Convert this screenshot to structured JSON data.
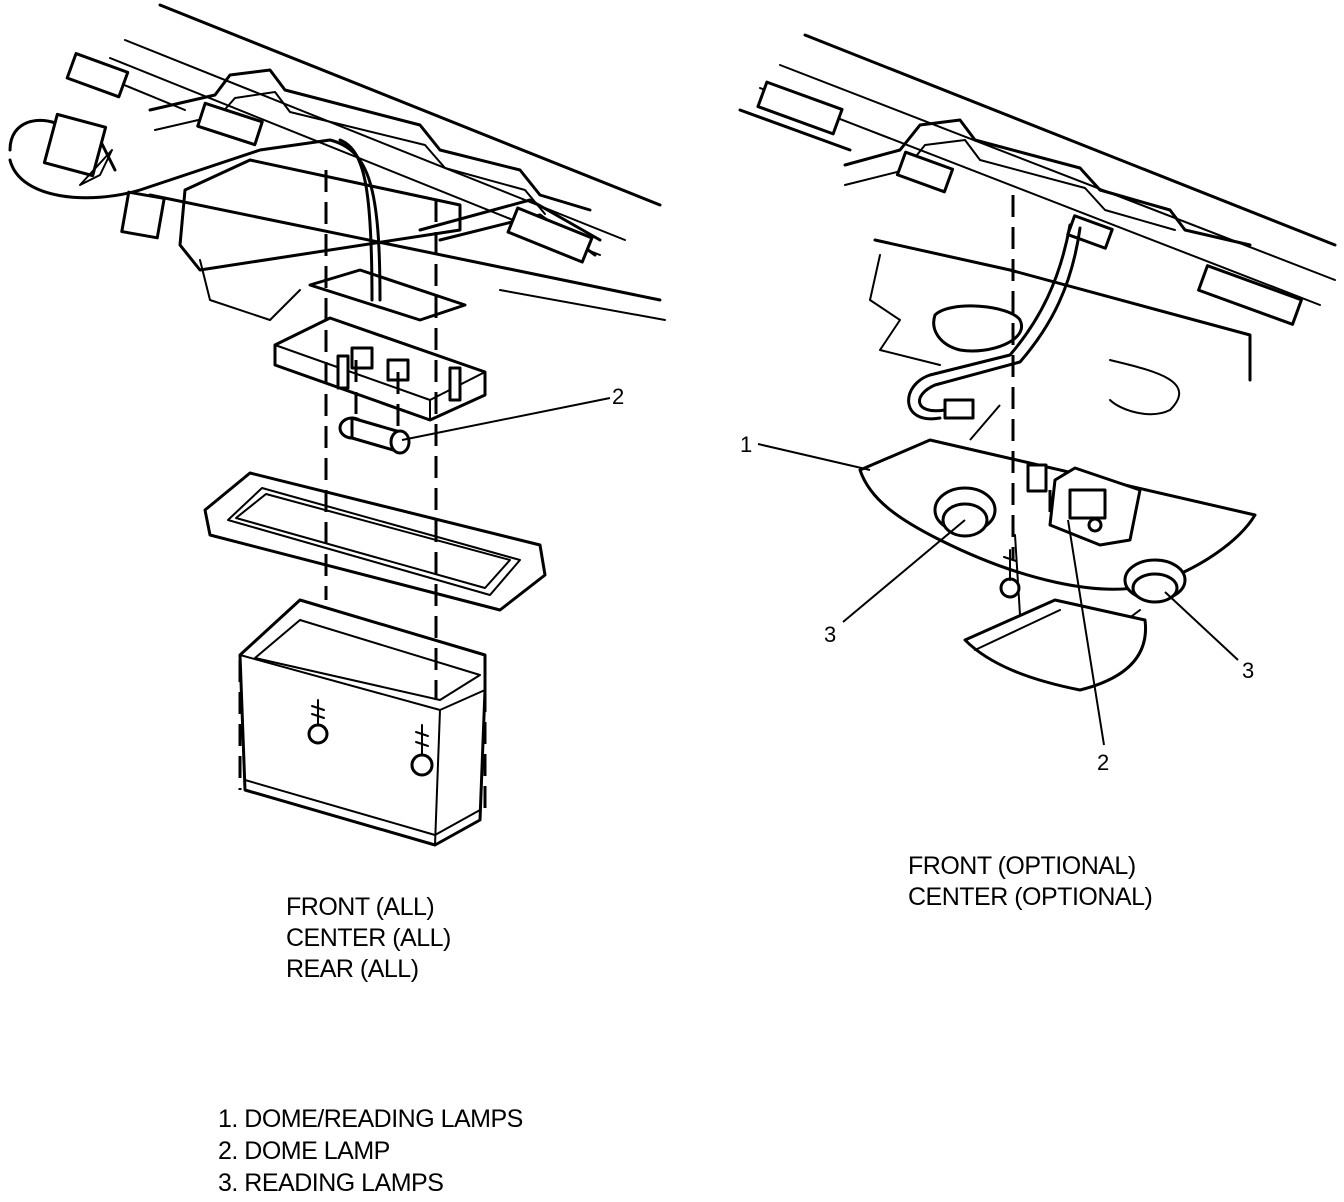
{
  "left_view": {
    "callout_2": "2",
    "caption": [
      "FRONT (ALL)",
      "CENTER (ALL)",
      "REAR (ALL)"
    ]
  },
  "right_view": {
    "callout_1": "1",
    "callout_2": "2",
    "callout_3a": "3",
    "callout_3b": "3",
    "caption": [
      "FRONT (OPTIONAL)",
      "CENTER (OPTIONAL)"
    ]
  },
  "legend": [
    "1. DOME/READING LAMPS",
    "2. DOME LAMP",
    "3. READING LAMPS"
  ]
}
